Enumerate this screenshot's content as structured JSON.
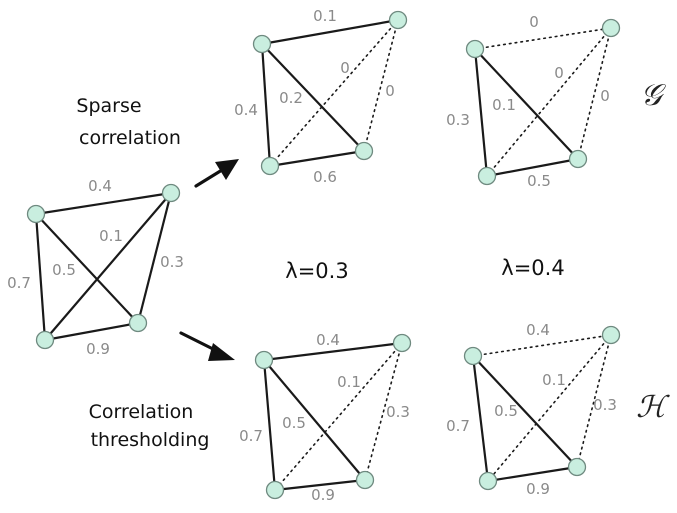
{
  "labels": {
    "sparse": [
      "Sparse",
      "correlation"
    ],
    "threshold": [
      "Correlation",
      "thresholding"
    ],
    "lambda_1": "λ=0.3",
    "lambda_2": "λ=0.4",
    "graph_G": "𝒢",
    "graph_H": "ℋ"
  },
  "graphs": [
    {
      "id": "input",
      "edges": [
        {
          "id": "top",
          "weight": "0.4",
          "style": "solid"
        },
        {
          "id": "right",
          "weight": "0.3",
          "style": "solid"
        },
        {
          "id": "bottom",
          "weight": "0.9",
          "style": "solid"
        },
        {
          "id": "left",
          "weight": "0.7",
          "style": "solid"
        },
        {
          "id": "diag_main",
          "weight": "0.5",
          "style": "solid"
        },
        {
          "id": "diag_anti",
          "weight": "0.1",
          "style": "solid"
        }
      ]
    },
    {
      "id": "G-0.3",
      "edges": [
        {
          "id": "top",
          "weight": "0.1",
          "style": "solid"
        },
        {
          "id": "right",
          "weight": "0",
          "style": "dotted"
        },
        {
          "id": "bottom",
          "weight": "0.6",
          "style": "solid"
        },
        {
          "id": "left",
          "weight": "0.4",
          "style": "solid"
        },
        {
          "id": "diag_main",
          "weight": "0.2",
          "style": "solid"
        },
        {
          "id": "diag_anti",
          "weight": "0",
          "style": "dotted"
        }
      ]
    },
    {
      "id": "G-0.4",
      "edges": [
        {
          "id": "top",
          "weight": "0",
          "style": "dotted"
        },
        {
          "id": "right",
          "weight": "0",
          "style": "dotted"
        },
        {
          "id": "bottom",
          "weight": "0.5",
          "style": "solid"
        },
        {
          "id": "left",
          "weight": "0.3",
          "style": "solid"
        },
        {
          "id": "diag_main",
          "weight": "0.1",
          "style": "solid"
        },
        {
          "id": "diag_anti",
          "weight": "0",
          "style": "dotted"
        }
      ]
    },
    {
      "id": "H-0.3",
      "edges": [
        {
          "id": "top",
          "weight": "0.4",
          "style": "solid"
        },
        {
          "id": "right",
          "weight": "0.3",
          "style": "dotted"
        },
        {
          "id": "bottom",
          "weight": "0.9",
          "style": "solid"
        },
        {
          "id": "left",
          "weight": "0.7",
          "style": "solid"
        },
        {
          "id": "diag_main",
          "weight": "0.5",
          "style": "solid"
        },
        {
          "id": "diag_anti",
          "weight": "0.1",
          "style": "dotted"
        }
      ]
    },
    {
      "id": "H-0.4",
      "edges": [
        {
          "id": "top",
          "weight": "0.4",
          "style": "dotted"
        },
        {
          "id": "right",
          "weight": "0.3",
          "style": "dotted"
        },
        {
          "id": "bottom",
          "weight": "0.9",
          "style": "solid"
        },
        {
          "id": "left",
          "weight": "0.7",
          "style": "solid"
        },
        {
          "id": "diag_main",
          "weight": "0.5",
          "style": "solid"
        },
        {
          "id": "diag_anti",
          "weight": "0.1",
          "style": "dotted"
        }
      ]
    }
  ]
}
